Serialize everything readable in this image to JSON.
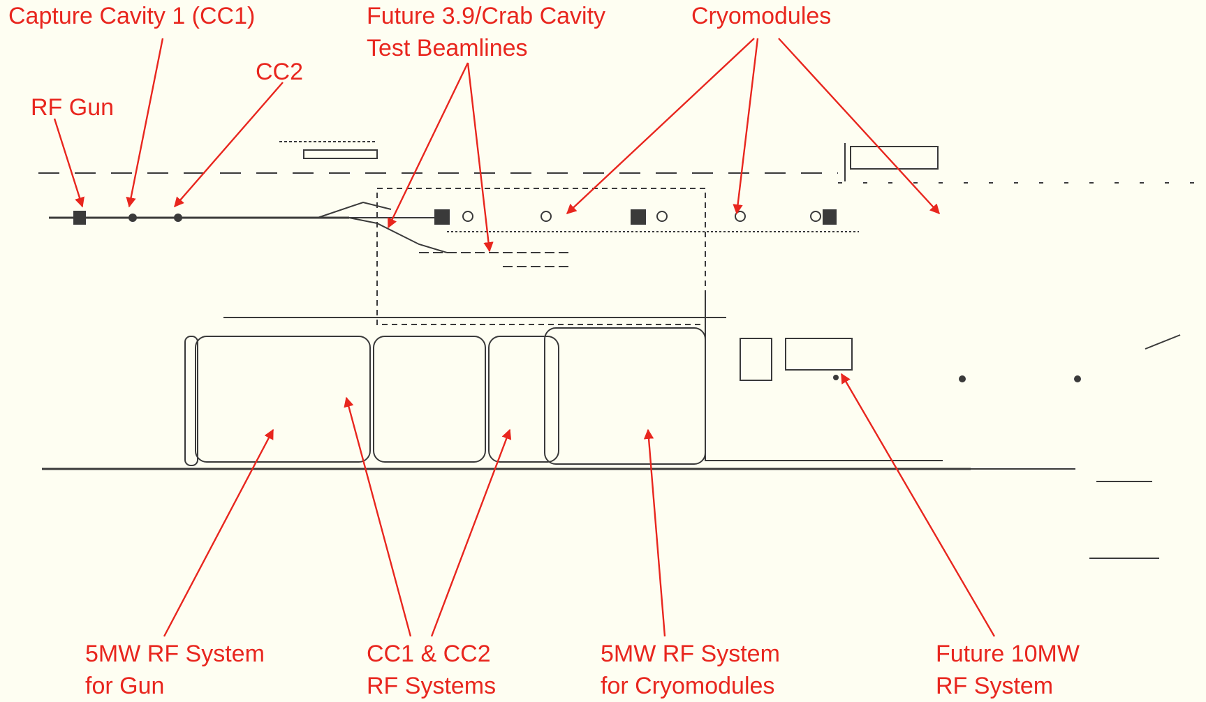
{
  "colors": {
    "background": "#fefef2",
    "annotation": "#e8261e",
    "drawing": "#3a3a3a"
  },
  "labels": {
    "rf_gun": {
      "lines": [
        "RF Gun"
      ]
    },
    "cc1": {
      "lines": [
        "Capture Cavity 1 (CC1)"
      ]
    },
    "cc2": {
      "lines": [
        "CC2"
      ]
    },
    "test_beamlines": {
      "lines": [
        "Future 3.9/Crab Cavity",
        "Test Beamlines"
      ]
    },
    "cryomodules": {
      "lines": [
        "Cryomodules"
      ]
    },
    "rf_gun_system": {
      "lines": [
        "5MW RF System",
        "for Gun"
      ]
    },
    "cc_rf_systems": {
      "lines": [
        "CC1 & CC2",
        "RF Systems"
      ]
    },
    "cryo_rf_system": {
      "lines": [
        "5MW RF System",
        "for Cryomodules"
      ]
    },
    "future_10mw": {
      "lines": [
        "Future 10MW",
        "RF System"
      ]
    }
  }
}
